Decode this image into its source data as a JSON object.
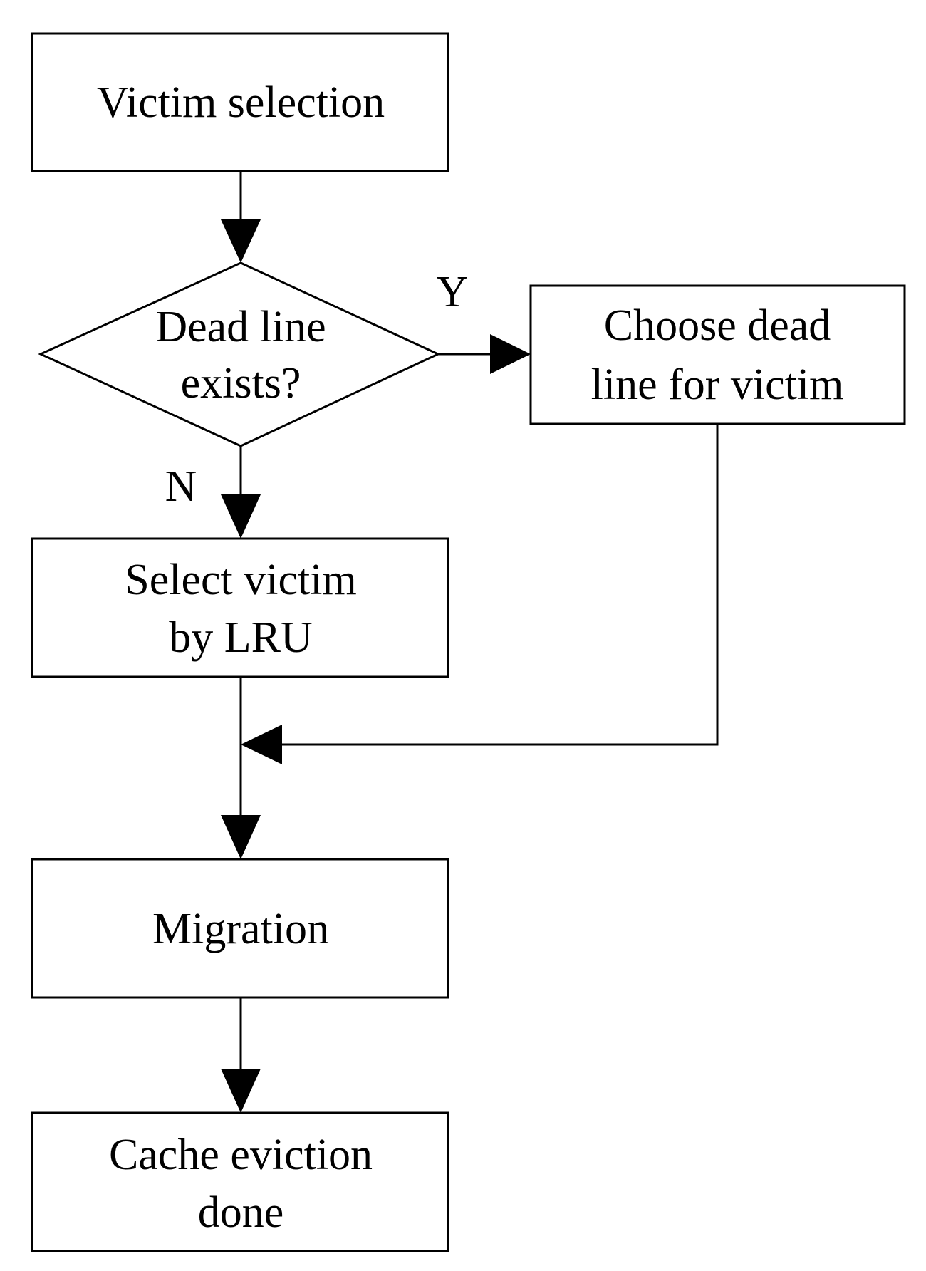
{
  "diagram": {
    "nodes": {
      "victim_selection": {
        "lines": [
          "Victim selection"
        ]
      },
      "dead_line_exists": {
        "lines": [
          "Dead line",
          "exists?"
        ]
      },
      "choose_dead_line": {
        "lines": [
          "Choose dead",
          "line for victim"
        ]
      },
      "select_victim_lru": {
        "lines": [
          "Select victim",
          "by LRU"
        ]
      },
      "migration": {
        "lines": [
          "Migration"
        ]
      },
      "cache_eviction_done": {
        "lines": [
          "Cache eviction",
          "done"
        ]
      }
    },
    "branch_labels": {
      "yes": "Y",
      "no": "N"
    }
  }
}
